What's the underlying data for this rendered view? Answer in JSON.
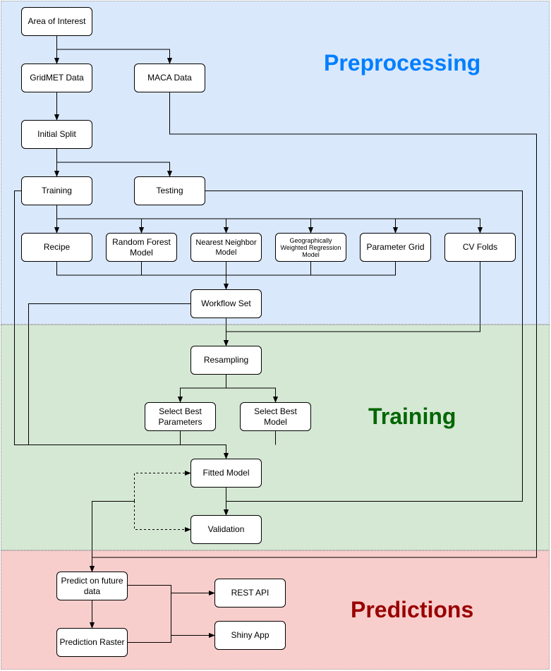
{
  "sections": {
    "preprocessing": "Preprocessing",
    "training": "Training",
    "predictions": "Predictions"
  },
  "nodes": {
    "area_of_interest": "Area of Interest",
    "gridmet_data": "GridMET Data",
    "maca_data": "MACA Data",
    "initial_split": "Initial Split",
    "training": "Training",
    "testing": "Testing",
    "recipe": "Recipe",
    "random_forest_model": "Random Forest Model",
    "nearest_neighbor_model": "Nearest Neighbor Model",
    "gwr_model": "Geographically Weighted Regression Model",
    "parameter_grid": "Parameter Grid",
    "cv_folds": "CV Folds",
    "workflow_set": "Workflow Set",
    "resampling": "Resampling",
    "select_best_parameters": "Select Best Parameters",
    "select_best_model": "Select Best Model",
    "fitted_model": "Fitted Model",
    "validation": "Validation",
    "predict_on_future_data": "Predict on future data",
    "prediction_raster": "Prediction Raster",
    "rest_api": "REST API",
    "shiny_app": "Shiny App"
  },
  "colors": {
    "preprocessing_band": "#dae8fc",
    "training_band": "#d5e8d4",
    "predictions_band": "#f8cecc",
    "preprocessing_title": "#007fff",
    "training_title": "#006600",
    "predictions_title": "#990000"
  }
}
